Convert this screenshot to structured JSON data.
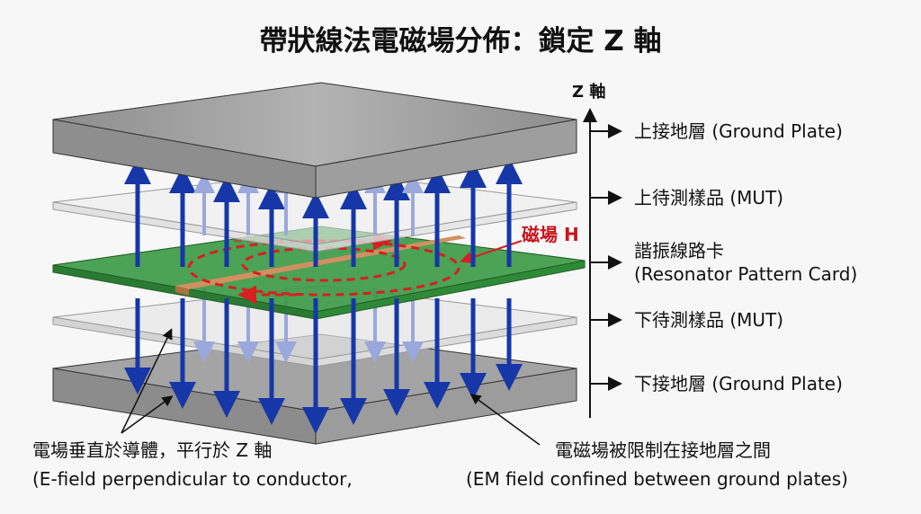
{
  "title": "帶狀線法電磁場分佈：鎖定 Z 軸",
  "axis_label": "Z 軸",
  "layers": [
    {
      "zh": "上接地層",
      "en": "(Ground Plate)"
    },
    {
      "zh": "上待測樣品",
      "en": "(MUT)"
    },
    {
      "zh": "諧振線路卡",
      "en": "(Resonator Pattern Card)"
    },
    {
      "zh": "下待測樣品",
      "en": "(MUT)"
    },
    {
      "zh": "下接地層",
      "en": "(Ground Plate)"
    }
  ],
  "magnetic_label": "磁場 H",
  "annotations": {
    "efield_zh": "電場垂直於導體，平行於 Z 軸",
    "efield_en": "(E-field perpendicular to conductor,",
    "confined_zh": "電磁場被限制在接地層之間",
    "confined_en": "(EM field confined between ground plates)"
  },
  "colors": {
    "efield": "#1537a8",
    "hfield": "#d62020",
    "pcb": "#2f8f3a",
    "plate": "#8a8a8a",
    "copper": "#c98a55"
  }
}
